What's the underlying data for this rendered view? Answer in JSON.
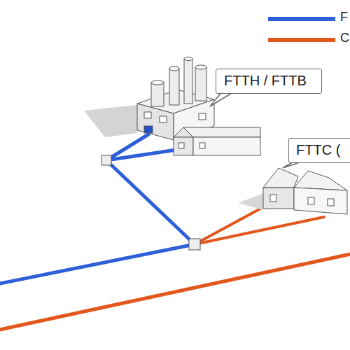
{
  "diagram": {
    "nodes": [
      {
        "text": [
          "FTTH / FTTB"
        ]
      },
      {
        "text": [
          "FTTC ("
        ]
      }
    ],
    "edges": [],
    "legend": [
      {
        "text": "F",
        "color": "#2e5fd8"
      },
      {
        "text": "C",
        "color": "#e2581c"
      }
    ]
  }
}
